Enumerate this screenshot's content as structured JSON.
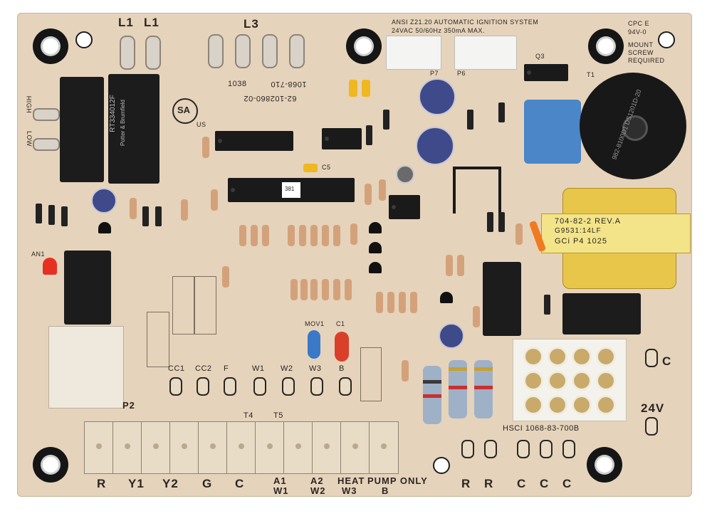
{
  "board": {
    "colors": {
      "board": "#e6d3bb",
      "silkscreen": "#2a2622",
      "relay": "#1c1c1c",
      "transformer": "#e8c64a",
      "capacitor": "#3f4a8a",
      "film_cap": "#4a86c8",
      "ignition_coil": "#181818",
      "led": "#e63022"
    },
    "top_labels": {
      "l1_a": "L1",
      "l1_b": "L1",
      "l3": "L3"
    },
    "header_text": {
      "line1": "ANSI Z21.20 AUTOMATIC IGNITION SYSTEM",
      "line2": "24VAC 50/60Hz 350mA MAX.",
      "cpc": "CPC E",
      "rating": "94V-0",
      "mount1": "MOUNT",
      "mount2": "SCREW",
      "mount3": "REQUIRED"
    },
    "part_codes": {
      "code1": "1038",
      "code2": "1068-710",
      "code3": "62-102860-02",
      "chip": "381"
    },
    "side_labels": {
      "low": "LOW",
      "high": "HIGH"
    },
    "relay_text": {
      "r1a": "RT334012F",
      "r1b": "Potter & Brumfield"
    },
    "transformer_text": {
      "line1": "704-82-2 REV.A",
      "line2": "G9531:14LF",
      "line3": "GCi P4 1025"
    },
    "coil_text": "982-8100D1  DS1201D-20",
    "csa_mark": {
      "logo": "SA",
      "country": "US"
    },
    "component_tags": {
      "q3": "Q3",
      "t1": "T1",
      "p7": "P7",
      "p6": "P6",
      "p2": "P2",
      "c5": "C5",
      "mov1": "MOV1",
      "c1": "C1",
      "t4": "T4",
      "t5": "T5",
      "an1": "AN1"
    },
    "pads_labels": [
      "CC1",
      "CC2",
      "F",
      "W1",
      "W2",
      "W3",
      "B"
    ],
    "terminal_labels": [
      "R",
      "Y1",
      "Y2",
      "G",
      "C"
    ],
    "heat_pump": {
      "a1": "A1",
      "a2": "A2",
      "w1": "W1",
      "w2": "W2",
      "heat": "HEAT",
      "pump_only": "PUMP ONLY",
      "w3": "W3",
      "b": "B"
    },
    "right_labels": {
      "c": "C",
      "v24": "24V",
      "model": "HSCI 1068-83-700B"
    },
    "bottom_right": [
      "R",
      "R",
      "C",
      "C",
      "C"
    ]
  }
}
